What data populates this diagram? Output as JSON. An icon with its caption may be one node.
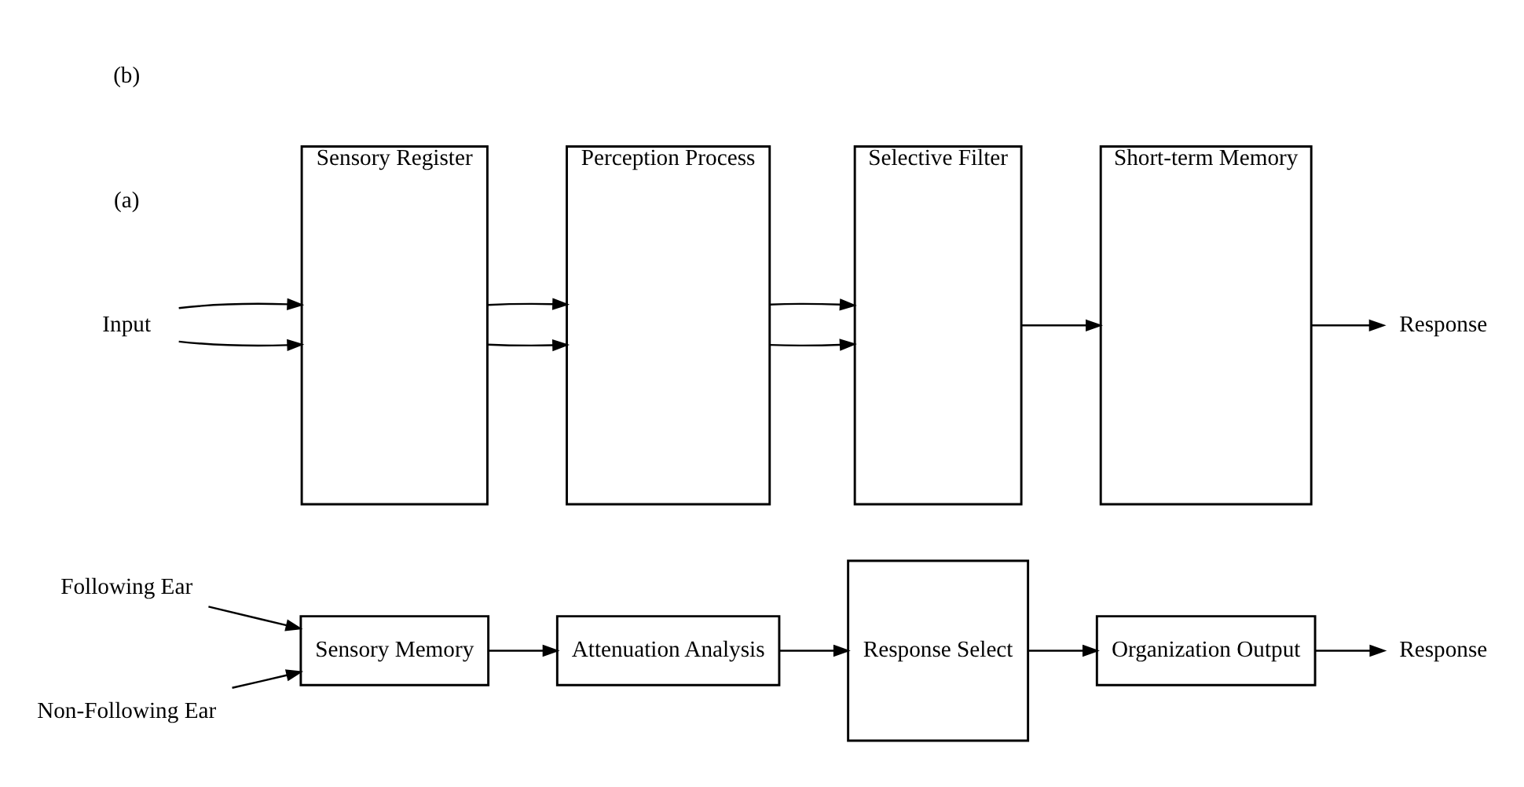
{
  "diagram": {
    "nodes": [
      {
        "text": [
          "Following Ear"
        ]
      },
      {
        "text": [
          "Non-Following Ear"
        ]
      },
      {
        "text": [
          "Sensory Memory"
        ]
      },
      {
        "text": [
          "Attenuation Analysis"
        ]
      },
      {
        "text": [
          "Response Select"
        ]
      },
      {
        "text": [
          "Organization Output"
        ]
      },
      {
        "text": [
          "Response"
        ]
      },
      {
        "text": [
          "Input"
        ]
      },
      {
        "text": [
          "Sensory Register"
        ]
      },
      {
        "text": [
          "Perception Process"
        ]
      },
      {
        "text": [
          "Selective Filter"
        ]
      },
      {
        "text": [
          "Short-term Memory"
        ]
      },
      {
        "text": [
          "Response"
        ]
      }
    ],
    "edges": [
      {
        "from": 0,
        "to": 2,
        "arrow": "to"
      },
      {
        "from": 1,
        "to": 2,
        "arrow": "to"
      },
      {
        "from": 2,
        "to": 3,
        "arrow": "to"
      },
      {
        "from": 3,
        "to": 4,
        "arrow": "to"
      },
      {
        "from": 4,
        "to": 5,
        "arrow": "to"
      },
      {
        "from": 5,
        "to": 6,
        "arrow": "to"
      },
      {
        "from": 7,
        "to": 8,
        "arrow": "to"
      },
      {
        "from": 7,
        "to": 8,
        "arrow": "to"
      },
      {
        "from": 8,
        "to": 9,
        "arrow": "to"
      },
      {
        "from": 8,
        "to": 9,
        "arrow": "to"
      },
      {
        "from": 9,
        "to": 10,
        "arrow": "to"
      },
      {
        "from": 9,
        "to": 10,
        "arrow": "to"
      },
      {
        "from": 10,
        "to": 11,
        "arrow": "to"
      },
      {
        "from": 11,
        "to": 12,
        "arrow": "to"
      }
    ],
    "labels": [
      "(a)",
      "(b)"
    ]
  }
}
